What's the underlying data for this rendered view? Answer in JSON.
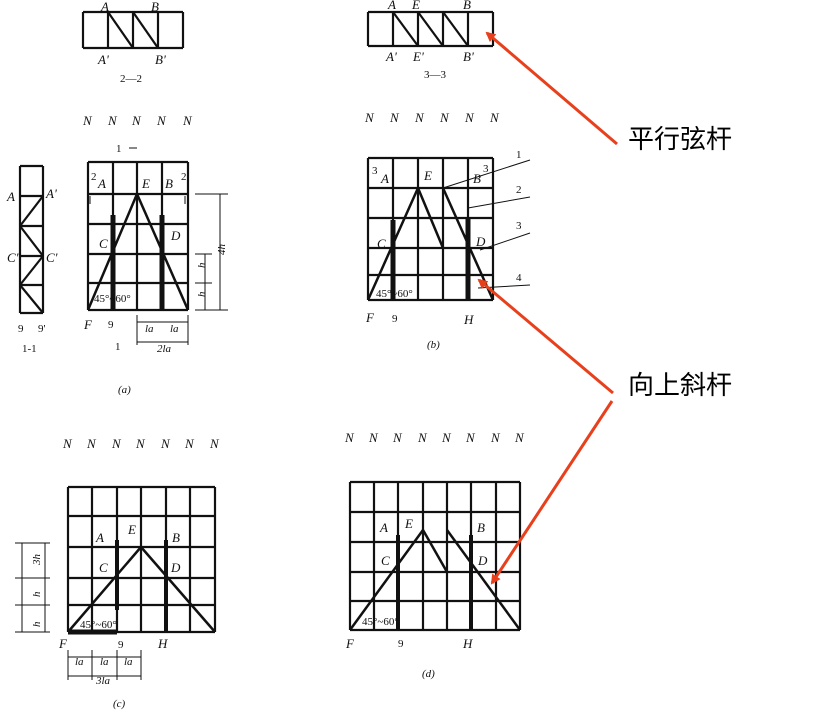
{
  "callouts": {
    "parallel_chord": "平行弦杆",
    "upward_diagonal": "向上斜杆",
    "arrow_color": "#e8401c"
  },
  "section_2_2": {
    "A": "A",
    "B": "B",
    "A_prime": "A'",
    "B_prime": "B'",
    "caption": "2—2"
  },
  "section_3_3": {
    "A": "A",
    "E": "E",
    "B": "B",
    "A_prime": "A'",
    "E_prime": "E'",
    "B_prime": "B'",
    "caption": "3—3"
  },
  "section_1_1": {
    "A": "A",
    "A_prime": "A'",
    "C": "C'",
    "C_prime": "C'",
    "n9": "9",
    "n9_prime": "9'",
    "caption": "1-1"
  },
  "fig_a": {
    "load": "N",
    "labels": {
      "A": "A",
      "B": "B",
      "C": "C",
      "D": "D",
      "E": "E",
      "F": "F",
      "nine": "9",
      "sec1": "1",
      "sec2": "2"
    },
    "angle": "45°~60°",
    "dim_h": "h",
    "dim_4h": "4h",
    "dim_la": "la",
    "dim_2la": "2la",
    "caption": "(a)"
  },
  "fig_b": {
    "load": "N",
    "labels": {
      "A": "A",
      "B": "B",
      "C": "C",
      "D": "D",
      "E": "E",
      "F": "F",
      "H": "H",
      "nine": "9",
      "sec3": "3"
    },
    "callout_numbers": [
      "1",
      "2",
      "3",
      "4"
    ],
    "angle": "45°~60°",
    "caption": "(b)"
  },
  "fig_c": {
    "load": "N",
    "labels": {
      "A": "A",
      "B": "B",
      "C": "C",
      "D": "D",
      "E": "E",
      "F": "F",
      "H": "H",
      "nine": "9"
    },
    "angle": "45°~60°",
    "dim_h": "h",
    "dim_3h": "3h",
    "dim_la": "la",
    "dim_3la": "3la",
    "caption": "(c)"
  },
  "fig_d": {
    "load": "N",
    "labels": {
      "A": "A",
      "B": "B",
      "C": "C",
      "D": "D",
      "E": "E",
      "F": "F",
      "H": "H",
      "nine": "9"
    },
    "angle": "45°~60°",
    "caption": "(d)"
  }
}
